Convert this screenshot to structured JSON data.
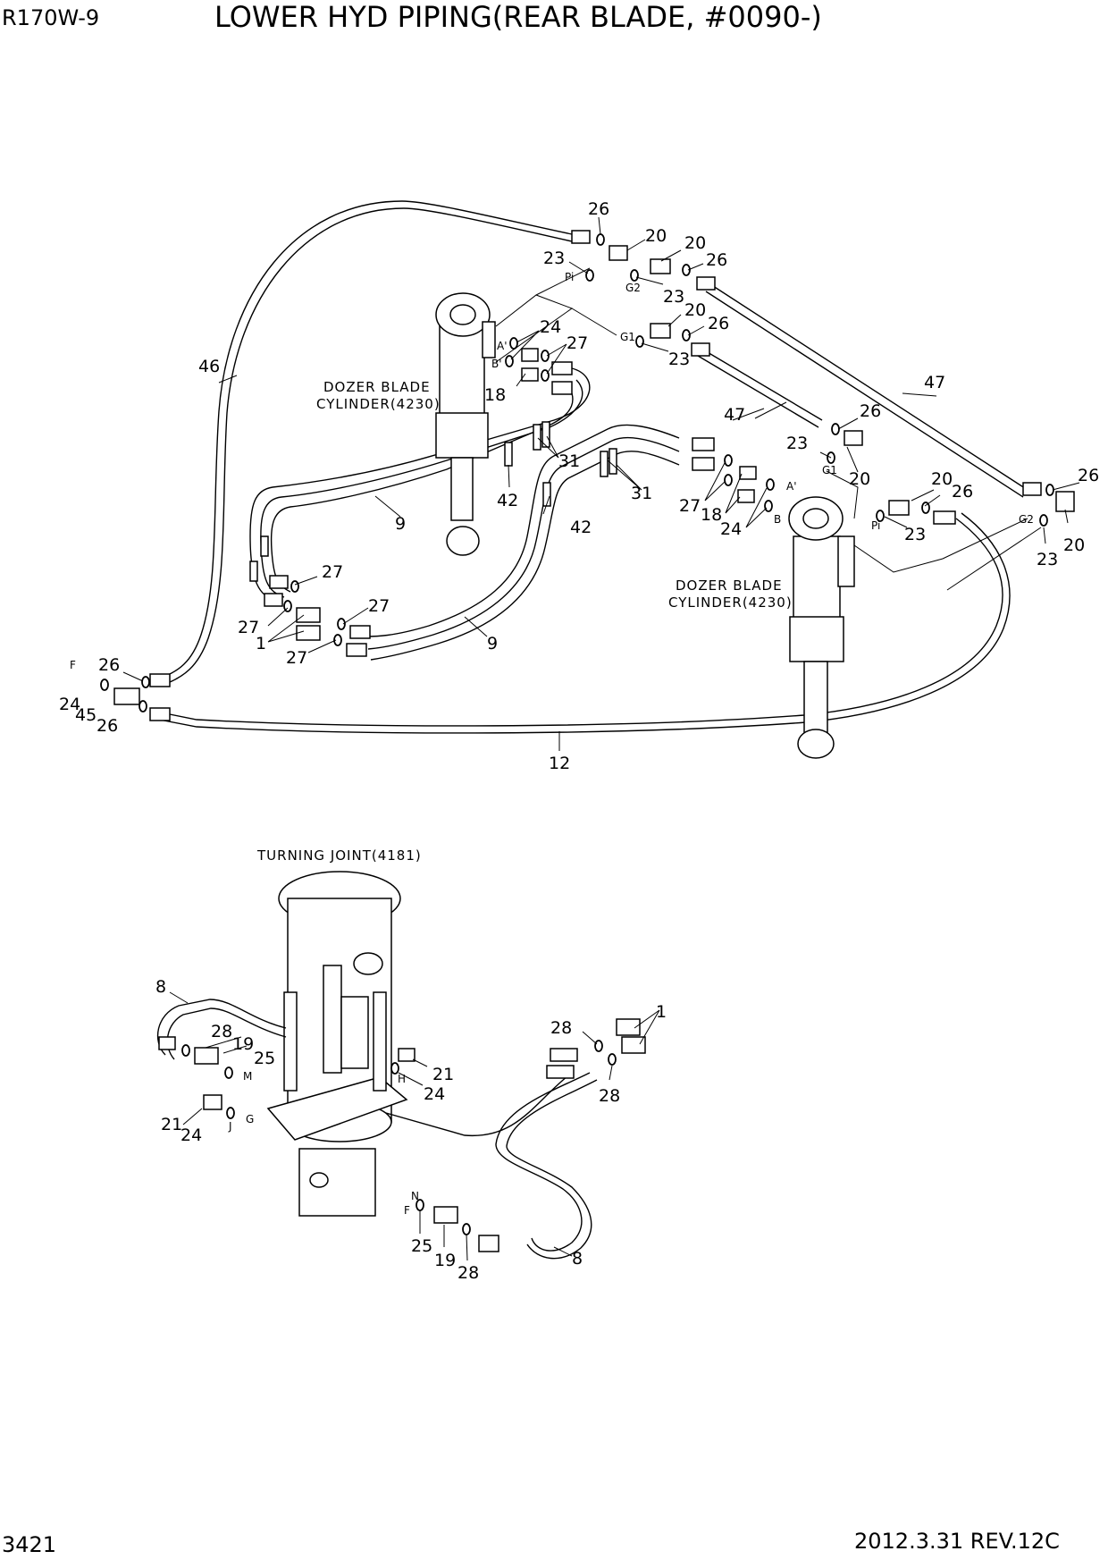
{
  "header": {
    "model": "R170W-9",
    "title": "LOWER HYD PIPING(REAR BLADE, #0090-)"
  },
  "footer": {
    "page_number": "3421",
    "revision": "2012.3.31  REV.12C"
  },
  "components": {
    "cylinder_left_line1": "DOZER BLADE",
    "cylinder_left_line2": "CYLINDER(4230)",
    "cylinder_right_line1": "DOZER BLADE",
    "cylinder_right_line2": "CYLINDER(4230)",
    "turning_joint": "TURNING JOINT(4181)"
  },
  "port_labels": [
    "Pi",
    "G2",
    "G1",
    "A'",
    "B'",
    "A'",
    "B",
    "G1",
    "Pi",
    "G2",
    "F",
    "M",
    "H",
    "J",
    "G",
    "N",
    "F"
  ],
  "part_numbers": [
    "26",
    "20",
    "20",
    "23",
    "26",
    "23",
    "24",
    "20",
    "27",
    "26",
    "23",
    "46",
    "18",
    "31",
    "42",
    "9",
    "47",
    "47",
    "26",
    "23",
    "20",
    "26",
    "31",
    "42",
    "27",
    "18",
    "24",
    "20",
    "26",
    "23",
    "20",
    "23",
    "27",
    "27",
    "27",
    "1",
    "27",
    "9",
    "26",
    "24",
    "45",
    "26",
    "12",
    "8",
    "28",
    "19",
    "25",
    "21",
    "24",
    "21",
    "24",
    "28",
    "1",
    "28",
    "25",
    "19",
    "28",
    "8"
  ],
  "style": {
    "line_color": "#000000",
    "background": "#ffffff"
  }
}
